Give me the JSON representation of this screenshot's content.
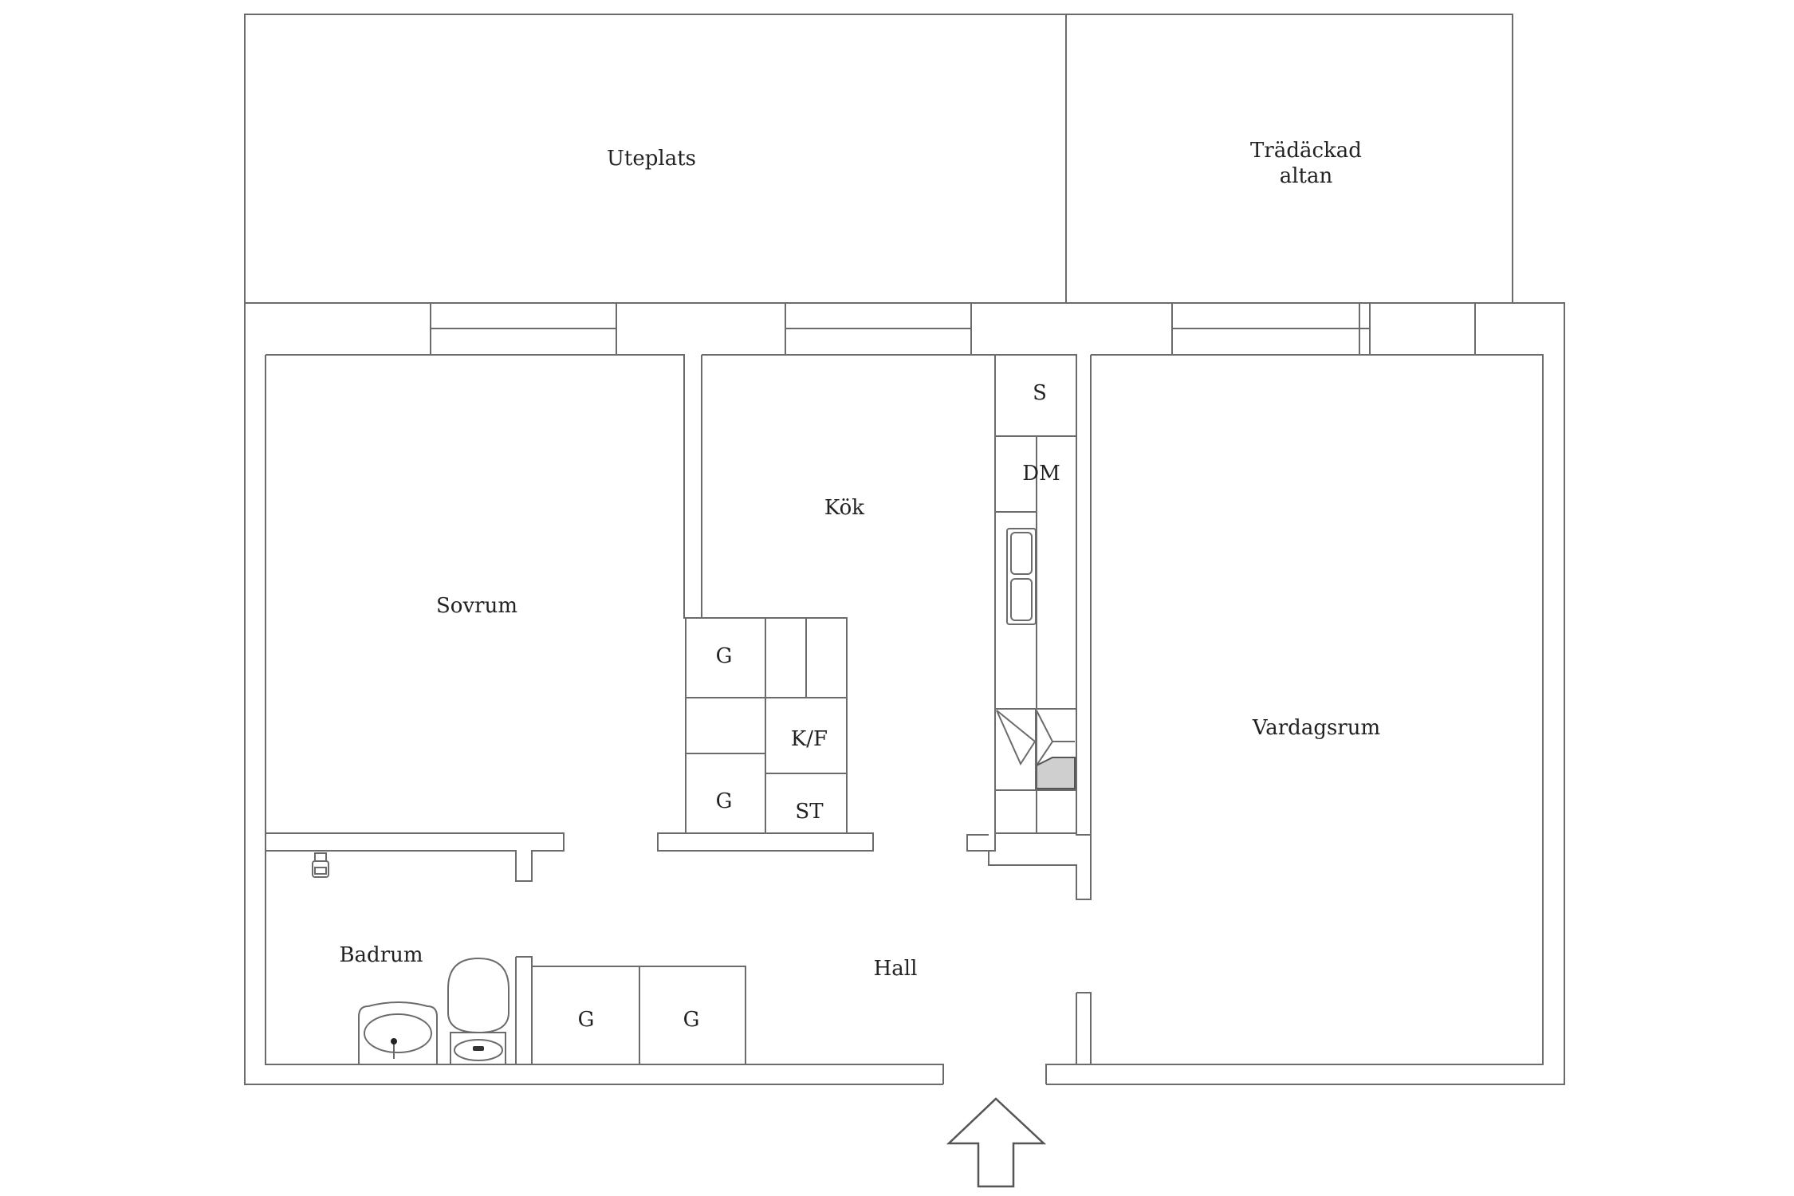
{
  "rooms": {
    "uteplats": "Uteplats",
    "tradackad_line1": "Trädäckad",
    "tradackad_line2": "altan",
    "sovrum": "Sovrum",
    "kok": "Kök",
    "vardagsrum": "Vardagsrum",
    "badrum": "Badrum",
    "hall": "Hall"
  },
  "fixtures": {
    "s": "S",
    "dm": "DM",
    "kf": "K/F",
    "st": "ST",
    "g": "G"
  },
  "colors": {
    "wall_stroke": "#6b6b6b",
    "text": "#222222",
    "background": "#ffffff"
  },
  "icons": [
    "entrance-arrow-icon",
    "toilet-icon",
    "sink-icon",
    "faucet-icon",
    "stove-icon"
  ]
}
